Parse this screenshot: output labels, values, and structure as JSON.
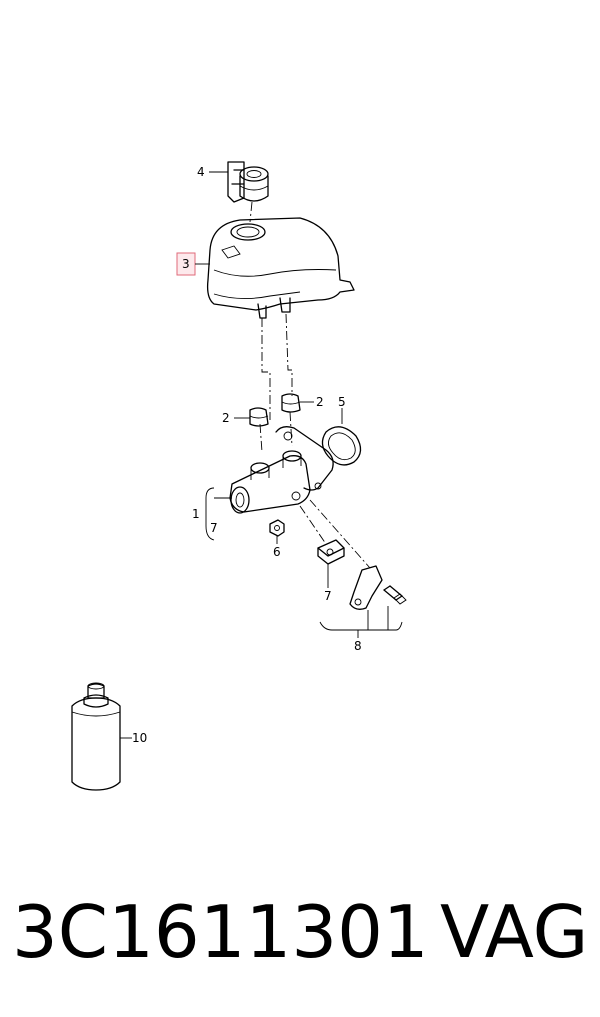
{
  "callouts": {
    "c1": "1",
    "c2a": "2",
    "c2b": "2",
    "c3": "3",
    "c4": "4",
    "c5": "5",
    "c6": "6",
    "c7a": "7",
    "c7b": "7",
    "c8": "8",
    "c10": "10"
  },
  "footer": {
    "part_number": "3C1611301",
    "brand": "VAG"
  },
  "colors": {
    "highlight_fill": "#fde9ec",
    "highlight_stroke": "#e06a7a"
  }
}
